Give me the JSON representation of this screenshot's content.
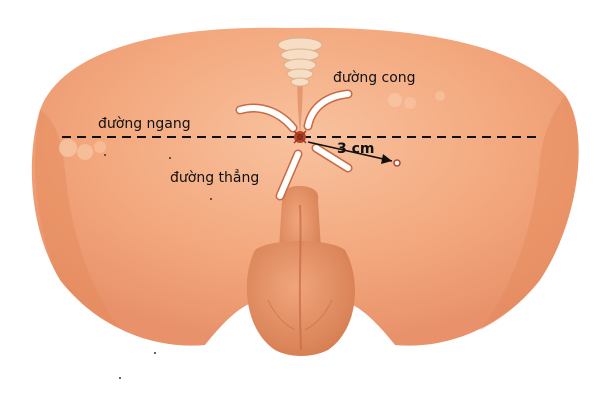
{
  "labels": {
    "horizontal": "đường ngang",
    "curved": "đường cong",
    "straight": "đường thẳng",
    "distance": "3 cm"
  },
  "colors": {
    "skin": "#f3a77c",
    "skin_shadow": "#e58a5c",
    "skin_highlight": "#f8c7a6",
    "genital": "#e8956a",
    "genital_shadow": "#cf7448",
    "incision": "#ffffff",
    "incision_outline": "#c86a44",
    "wound": "#b2452a",
    "dashed_line": "#111111",
    "coccyx": "#f6ddc4"
  }
}
